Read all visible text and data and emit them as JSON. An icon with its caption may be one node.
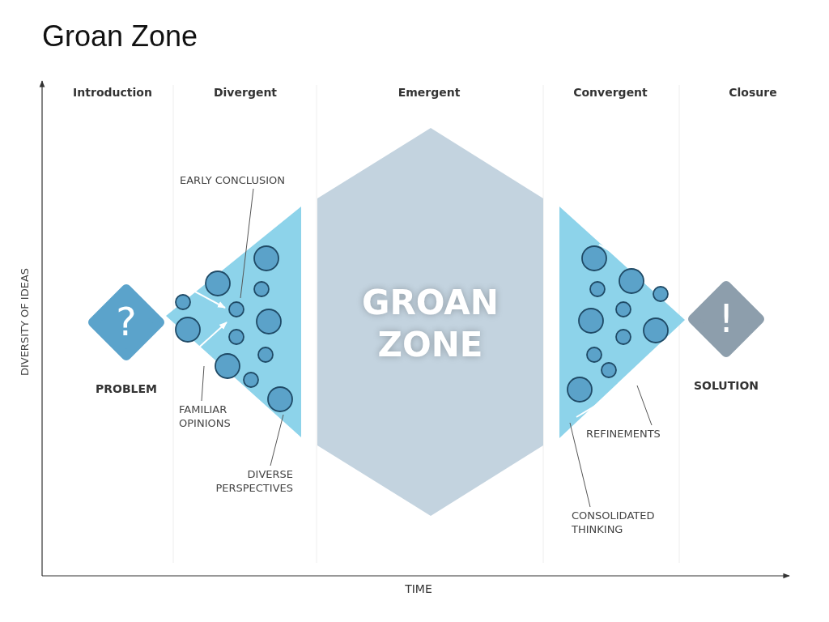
{
  "diagram": {
    "title": "Groan Zone",
    "nodes": [
      {
        "text": [
          "?",
          "PROBLEM"
        ]
      },
      {
        "text": [],
        "shape": "triangle"
      },
      {
        "text": [
          "GROAN ZONE"
        ]
      },
      {
        "text": [],
        "shape": "triangle"
      },
      {
        "text": [
          "!",
          "SOLUTION"
        ]
      },
      {
        "text": [
          "EARLY CONCLUSION"
        ]
      },
      {
        "text": [
          "FAMILIAR OPINIONS"
        ]
      },
      {
        "text": [
          "DIVERSE PERSPECTIVES"
        ]
      },
      {
        "text": [
          "REFINEMENTS"
        ]
      },
      {
        "text": [
          "CONSOLIDATED THINKING"
        ]
      }
    ],
    "edges": [
      {
        "from": 5,
        "to": 1,
        "arrow": "none"
      },
      {
        "from": 6,
        "to": 1,
        "arrow": "none"
      },
      {
        "from": 7,
        "to": 1,
        "arrow": "none"
      },
      {
        "from": 8,
        "to": 3,
        "arrow": "none"
      },
      {
        "from": 9,
        "to": 3,
        "arrow": "none"
      }
    ],
    "labels": [
      "Introduction",
      "Divergent",
      "Emergent",
      "Convergent",
      "Closure",
      "DIVERSITY OF IDEAS",
      "TIME"
    ]
  }
}
